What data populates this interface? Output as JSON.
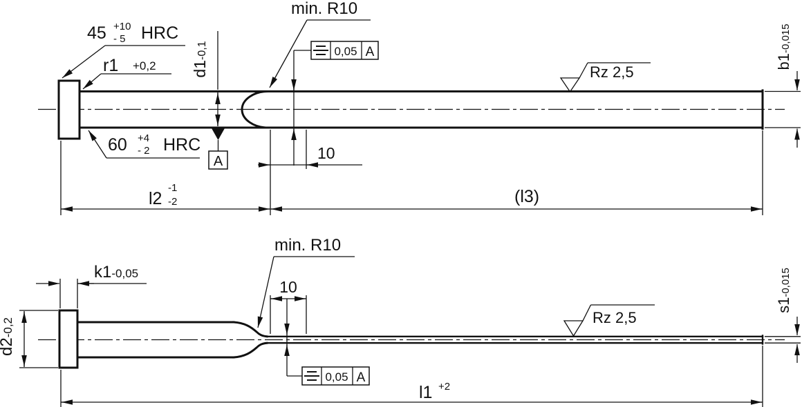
{
  "colors": {
    "ink": "#111111",
    "background": "#ffffff"
  },
  "top_view": {
    "head_hardness": {
      "value": "45",
      "plus": "+10",
      "minus": "- 5",
      "unit": "HRC"
    },
    "edge_radius": {
      "label": "r1",
      "tolerance": "+0,2"
    },
    "surface_hardness": {
      "value": "60",
      "plus": "+4",
      "minus": "- 2",
      "unit": "HRC"
    },
    "diameter": {
      "label": "d1",
      "tolerance": "-0,1"
    },
    "min_radius": "min. R10",
    "symmetry_frame": {
      "tolerance": "0,05",
      "datum": "A"
    },
    "datum": "A",
    "flat_dim": "10",
    "roughness": "Rz 2,5",
    "width": {
      "label": "b1",
      "tolerance": "-0,015"
    },
    "l2": {
      "label": "l2",
      "upper": "-1",
      "lower": "-2"
    },
    "l3": "(l3)"
  },
  "bottom_view": {
    "head_thickness": {
      "label": "k1",
      "tolerance": "-0,05"
    },
    "head_diameter": {
      "label": "d2",
      "tolerance": "-0,2"
    },
    "min_radius": "min. R10",
    "flat_dim": "10",
    "symmetry_frame": {
      "tolerance": "0,05",
      "datum": "A"
    },
    "roughness": "Rz 2,5",
    "thickness": {
      "label": "s1",
      "tolerance": "-0,015"
    },
    "l1": {
      "label": "l1",
      "tolerance": "+2"
    }
  }
}
